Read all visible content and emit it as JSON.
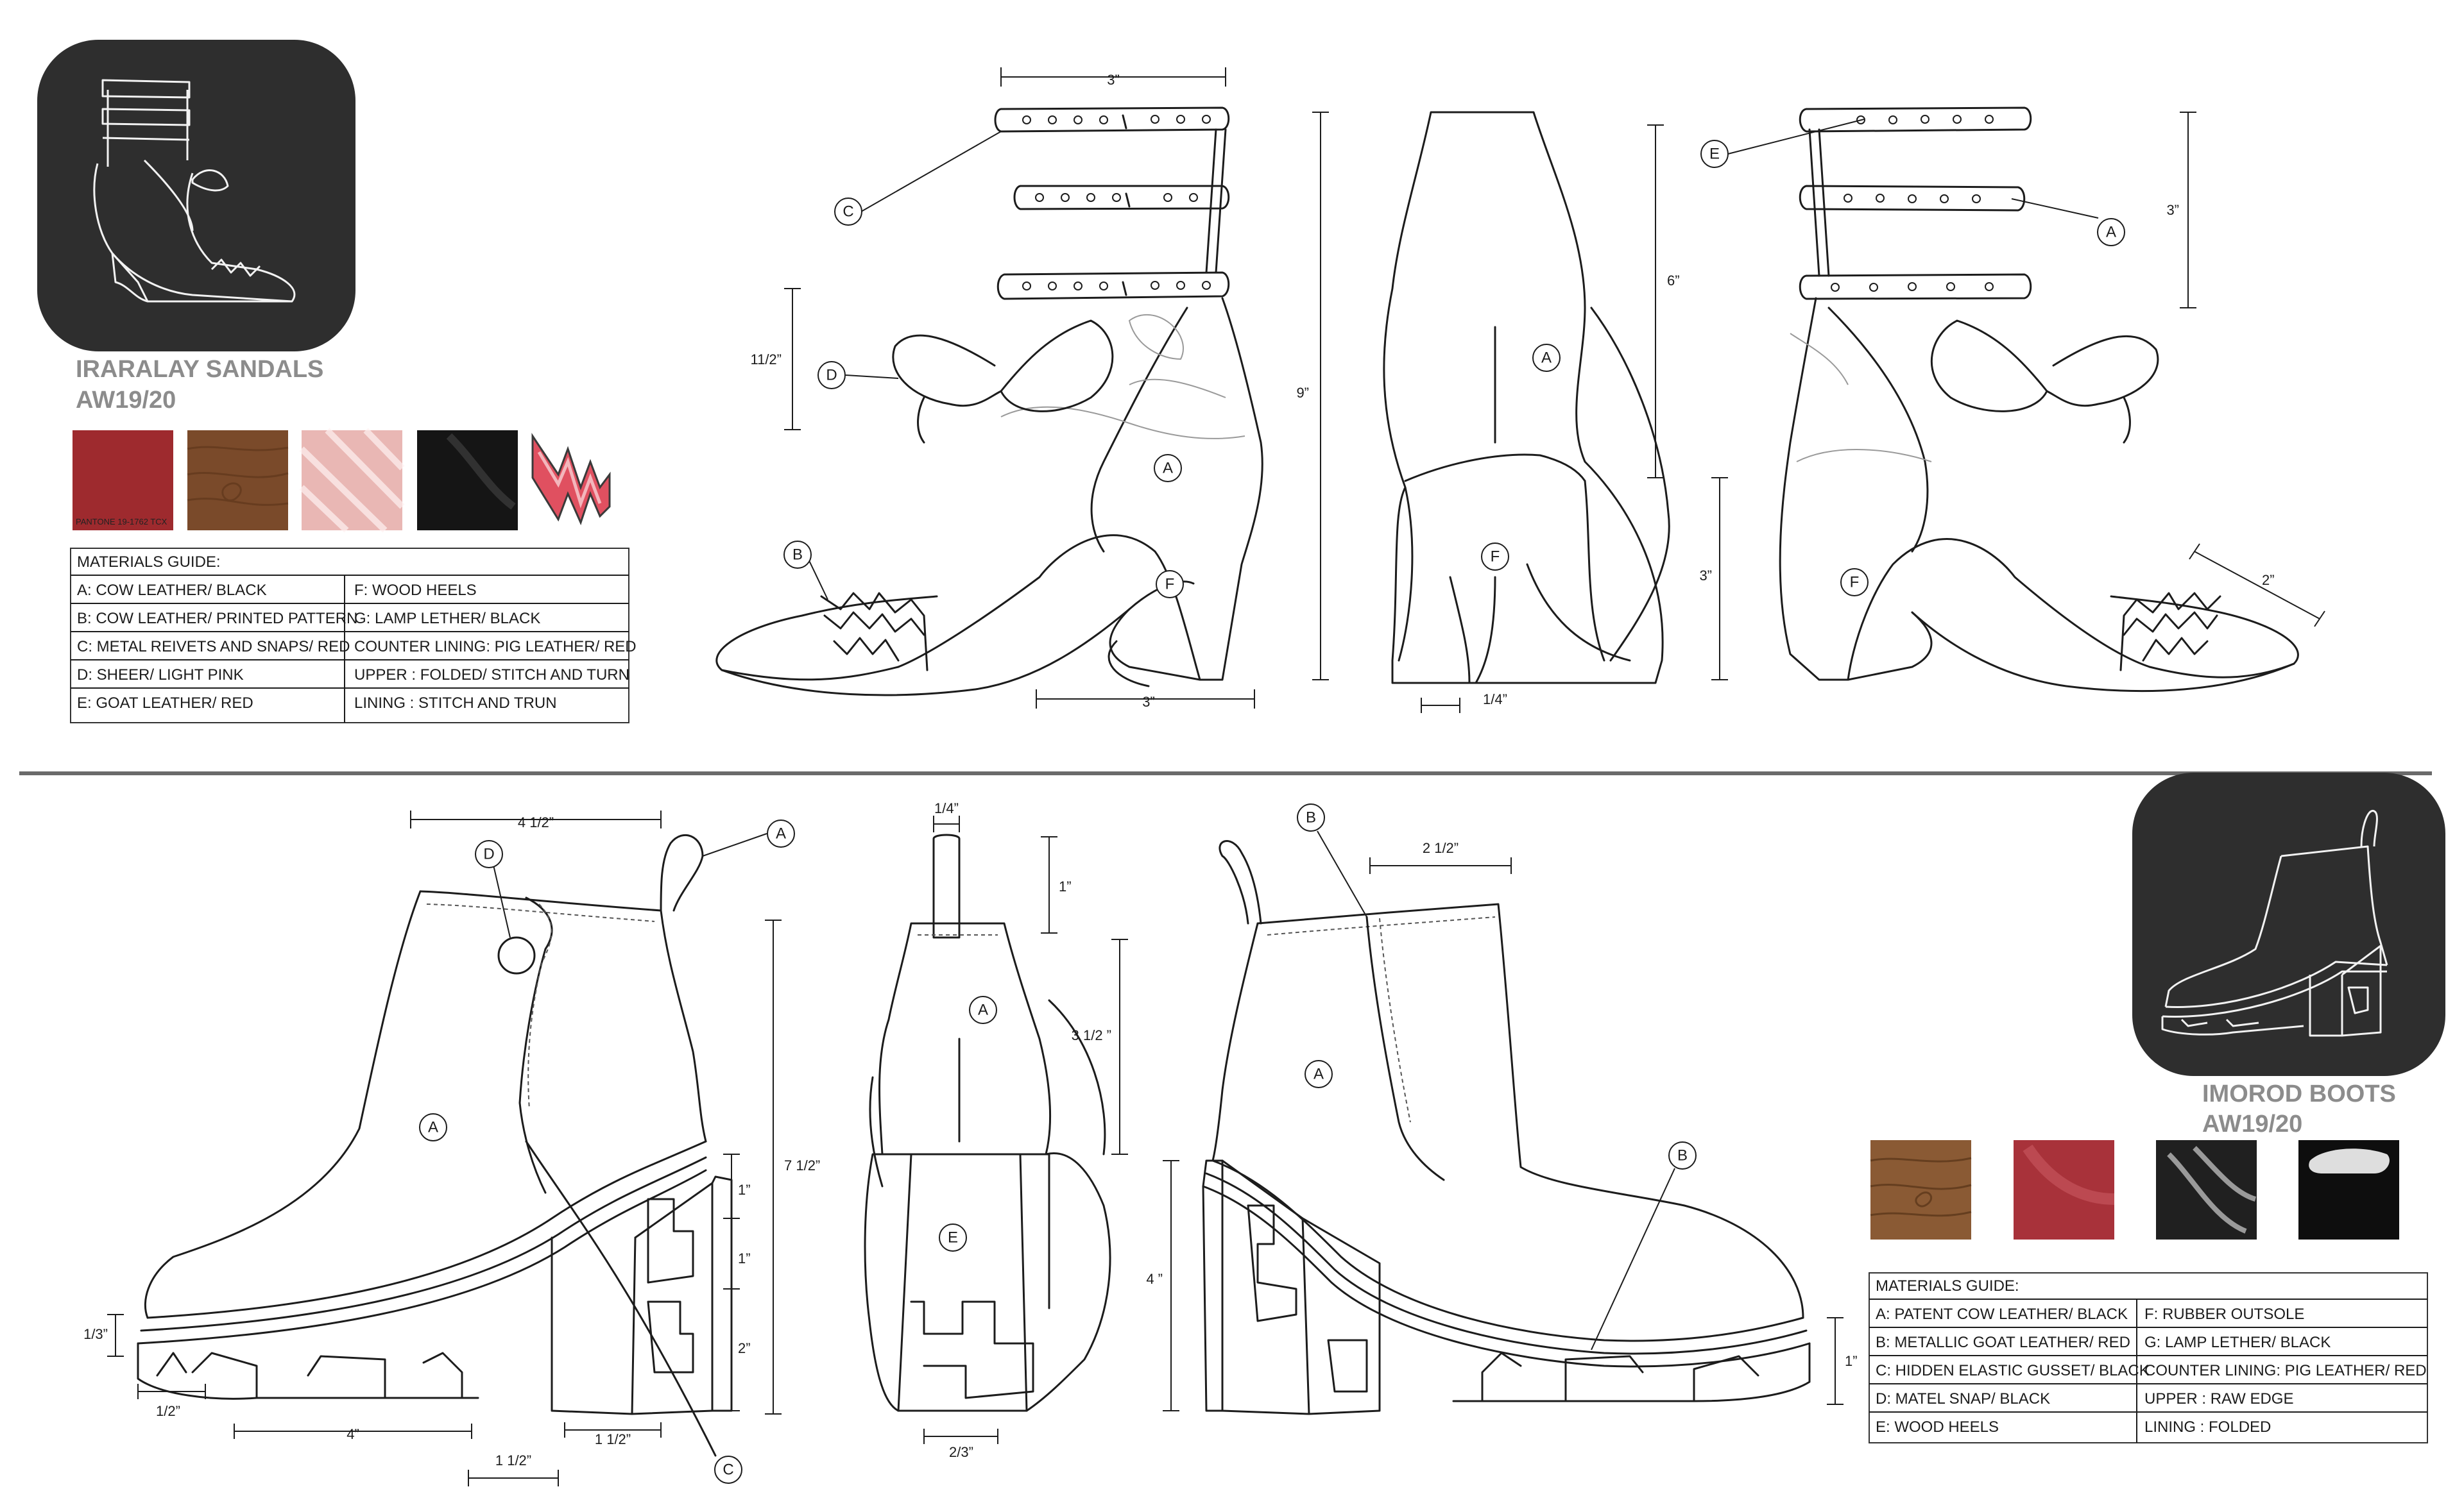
{
  "sandals": {
    "title": "IRARALAY SANDALS",
    "season": "AW19/20",
    "swatch_label": "PANTONE 19-1762 TCX",
    "swatch_colors": [
      "#9e2a2e",
      "#7a4a2a",
      "#e9b7b4",
      "#151515"
    ],
    "accent_colors": [
      "#e05060",
      "#f3b6bc",
      "#3a3a3a"
    ],
    "materials_heading": "MATERIALS GUIDE:",
    "materials_left": [
      "A: COW LEATHER/ BLACK",
      "B: COW LEATHER/ PRINTED PATTERN",
      "C: METAL REIVETS AND SNAPS/ RED",
      "D: SHEER/ LIGHT PINK",
      "E: GOAT LEATHER/ RED"
    ],
    "materials_right": [
      "F: WOOD HEELS",
      "G: LAMP LETHER/ BLACK",
      "COUNTER LINING: PIG LEATHER/ RED",
      "UPPER : FOLDED/ STITCH AND TURN",
      "LINING : STITCH AND TRUN"
    ],
    "dimensions": {
      "strap_width": "3”",
      "bow_height": "11/2”",
      "overall_height": "9”",
      "base_length": "3”",
      "upper_height": "6”",
      "heel_height": "3”",
      "heel_width": "1/4”",
      "back_strap_height": "3”",
      "toe_length": "2”"
    },
    "callouts": [
      "A",
      "B",
      "C",
      "D",
      "E",
      "F"
    ]
  },
  "boots": {
    "title": "IMOROD BOOTS",
    "season": "AW19/20",
    "swatch_colors": [
      "#8a5a34",
      "#a8323a",
      "#202020",
      "#0e0e0e"
    ],
    "materials_heading": "MATERIALS GUIDE:",
    "materials_left": [
      "A: PATENT COW LEATHER/ BLACK",
      "B: METALLIC GOAT LEATHER/ RED",
      "C: HIDDEN ELASTIC GUSSET/ BLACK",
      "D: MATEL SNAP/ BLACK",
      "E: WOOD HEELS"
    ],
    "materials_right": [
      "F: RUBBER OUTSOLE",
      "G: LAMP LETHER/ BLACK",
      "COUNTER LINING: PIG LEATHER/ RED",
      "UPPER : RAW EDGE",
      "LINING : FOLDED"
    ],
    "dimensions": {
      "shaft_width": "4 1/2”",
      "height": "7 1/2”",
      "heel_step_1": "1”",
      "heel_step_2": "1”",
      "heel_step_3": "2”",
      "sole_front": "1/3”",
      "toe_tread": "1/2”",
      "forefoot": "4”",
      "heel_base": "1 1/2”",
      "heel_top": "1 1/2”",
      "tab_width": "1/4”",
      "tab_height": "1”",
      "upper_height": "3 1/2 ”",
      "heel_height": "4 ”",
      "heel_width": "2/3”",
      "side_width": "2 1/2”",
      "platform": "1”"
    },
    "callouts": [
      "A",
      "B",
      "C",
      "D",
      "E"
    ]
  }
}
